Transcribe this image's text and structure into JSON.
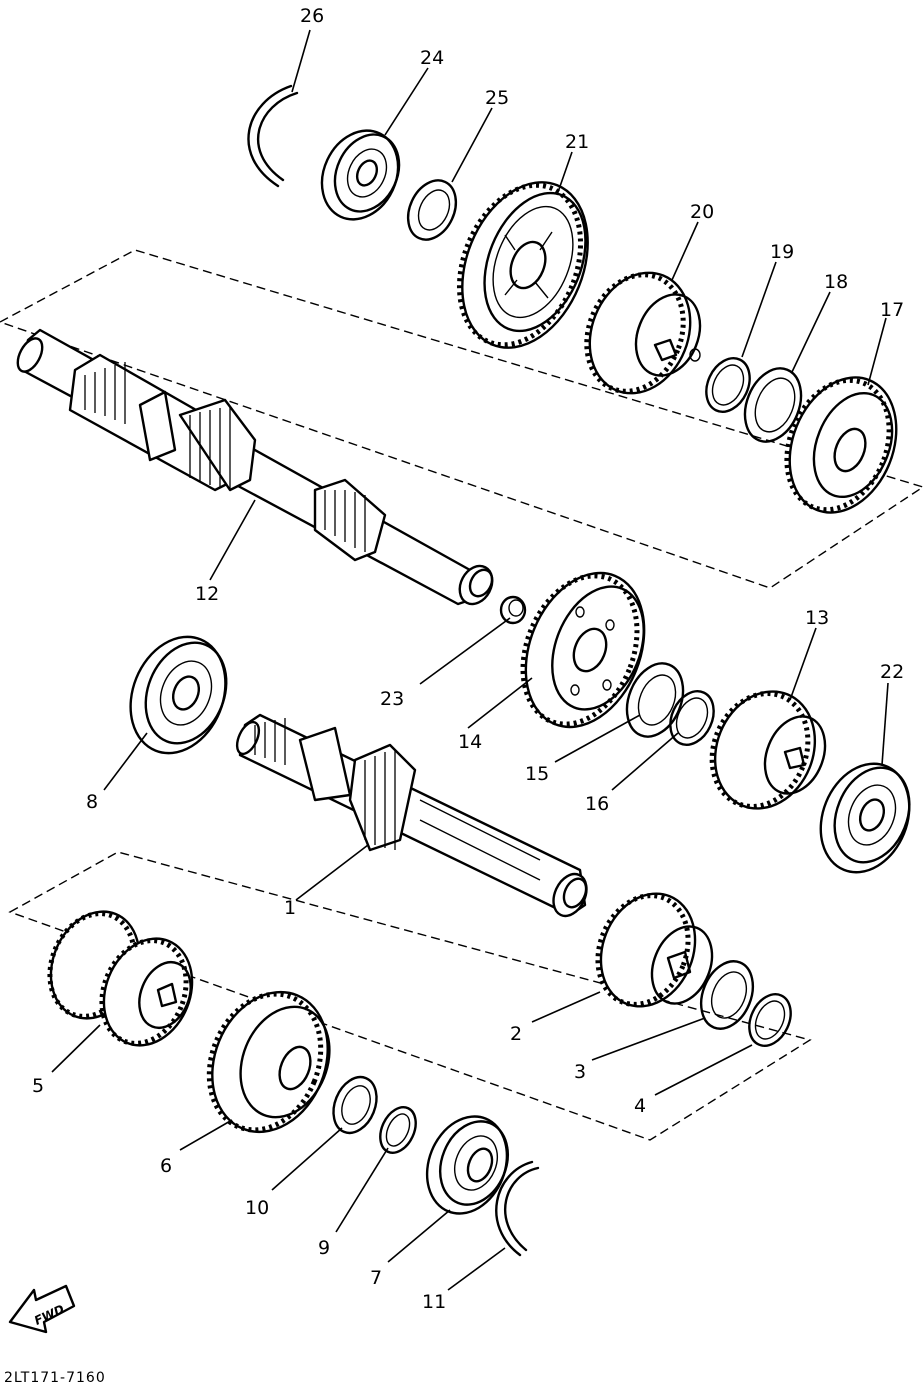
{
  "diagram": {
    "part_labels": [
      "1",
      "2",
      "3",
      "4",
      "5",
      "6",
      "7",
      "8",
      "9",
      "10",
      "11",
      "12",
      "13",
      "14",
      "15",
      "16",
      "17",
      "18",
      "19",
      "20",
      "21",
      "22",
      "23",
      "24",
      "25",
      "26"
    ],
    "drawing_code": "2LT171-7160",
    "direction_arrow": "FWD"
  }
}
